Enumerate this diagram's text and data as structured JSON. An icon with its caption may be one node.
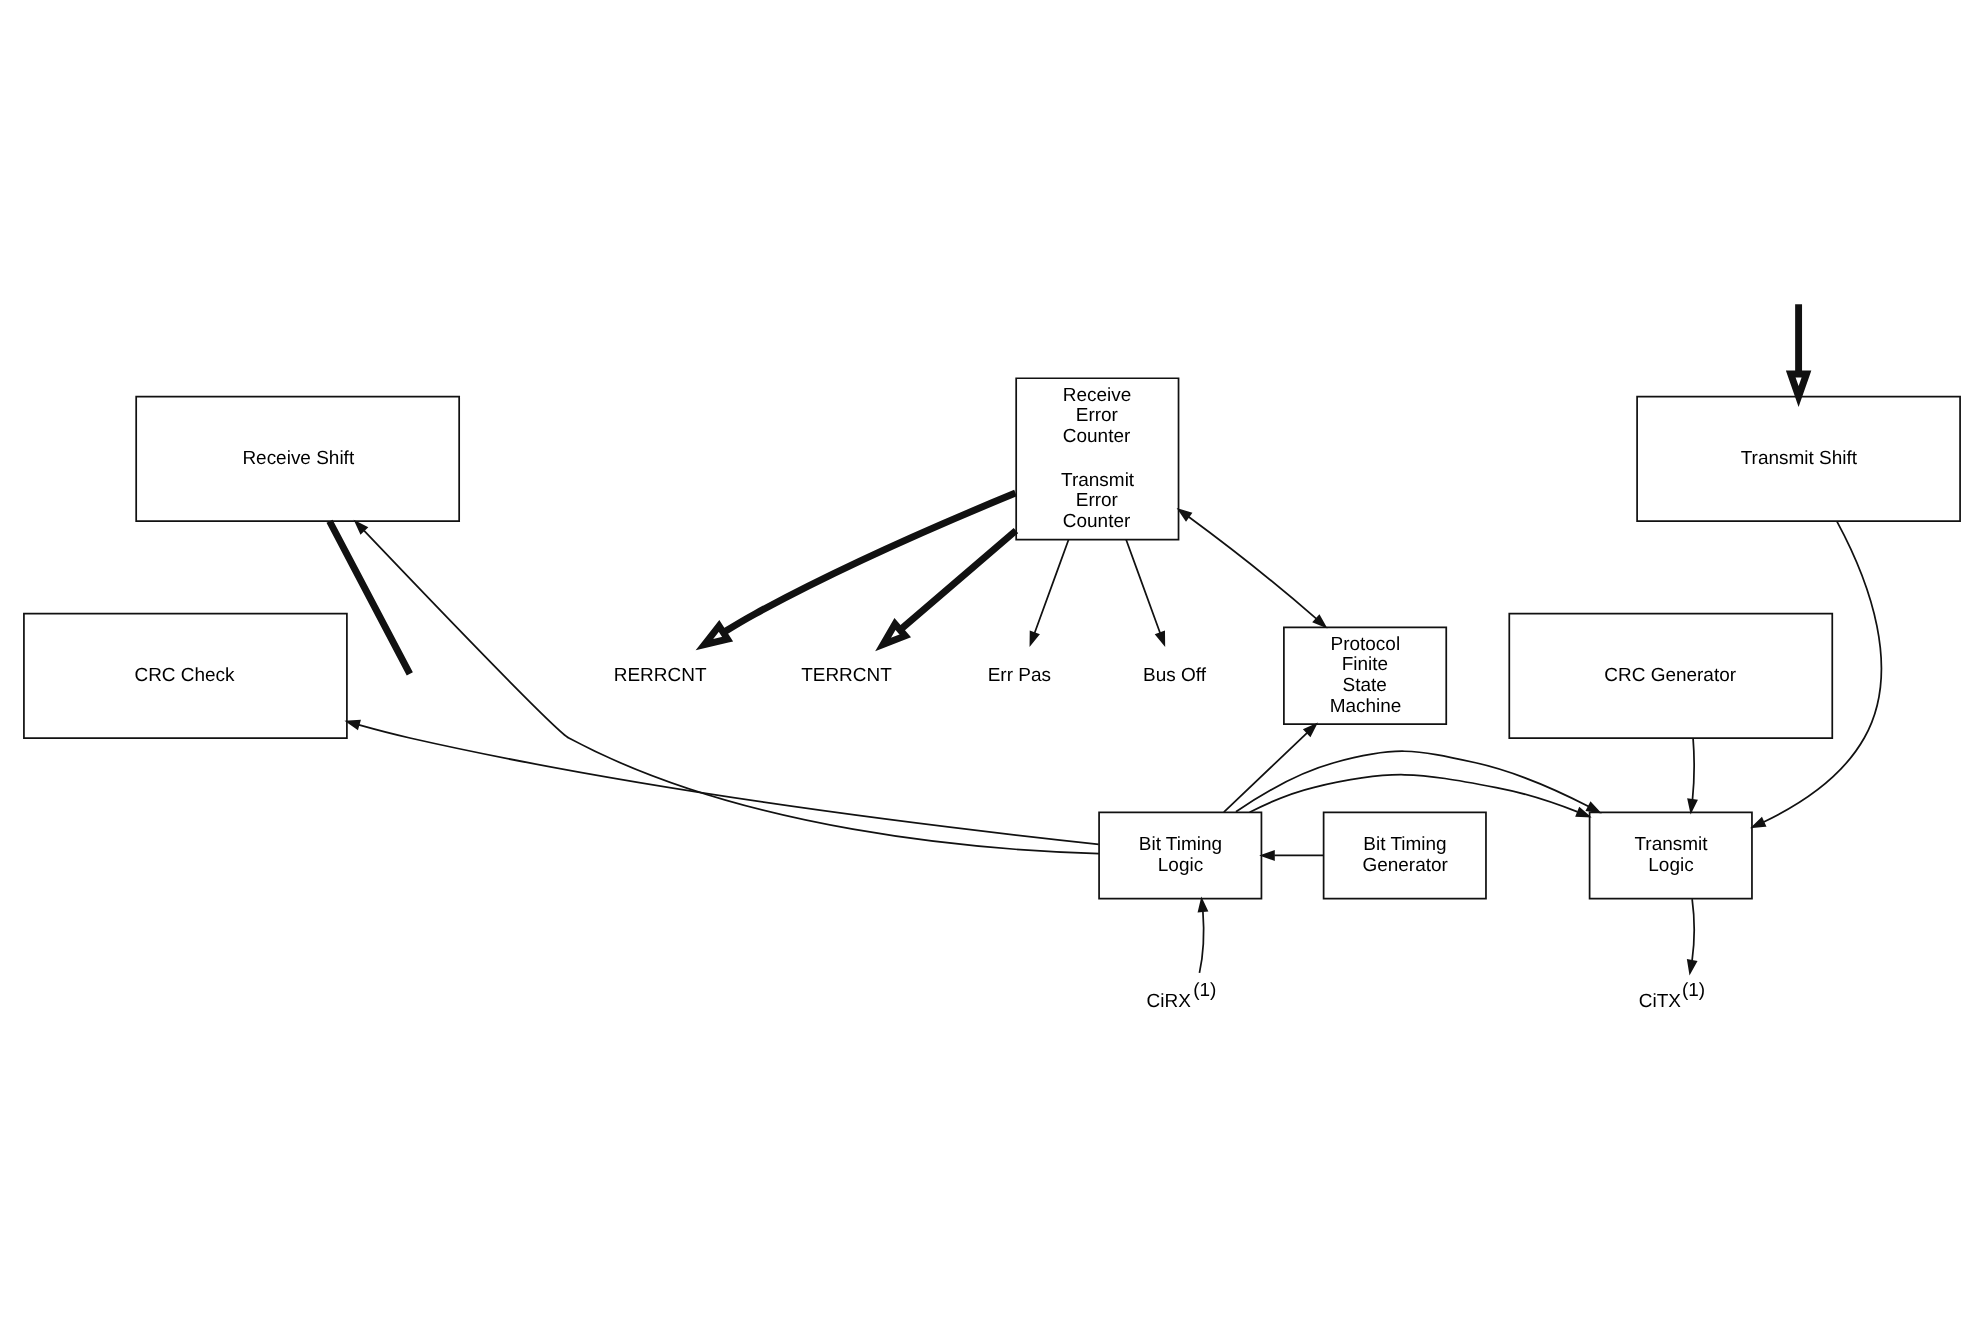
{
  "diagram": {
    "nodes": [
      {
        "text": [
          "Transmit Shift"
        ]
      },
      {
        "text": [
          "Receive Shift"
        ]
      },
      {
        "text": [
          "CRC Generator"
        ]
      },
      {
        "text": [
          "CRC Check"
        ]
      },
      {
        "text": [
          "Receive Error Counter",
          "Transmit Error Counter"
        ]
      },
      {
        "text": [
          "RERRCNT"
        ]
      },
      {
        "text": [
          "TERRCNT"
        ]
      },
      {
        "text": [
          "Err Pas"
        ]
      },
      {
        "text": [
          "Bus Off"
        ]
      },
      {
        "text": [
          "Protocol Finite State Machine"
        ]
      },
      {
        "text": [
          "Transmit Logic"
        ]
      },
      {
        "text": [
          "Bit Timing Logic"
        ]
      },
      {
        "text": [
          "Bit Timing Generator"
        ]
      },
      {
        "text": [
          "CiTX$^{(1)}$"
        ]
      },
      {
        "text": [
          "CiRX$^{(1)}$"
        ]
      }
    ],
    "edges": [
      {
        "from": null,
        "to": 0,
        "arrow": "to",
        "style": "thick"
      },
      {
        "from": 1,
        "to": null,
        "arrow": "none",
        "style": "thick"
      },
      {
        "from": 4,
        "to": 5,
        "arrow": "to",
        "style": "thick"
      },
      {
        "from": 4,
        "to": 6,
        "arrow": "to",
        "style": "thick"
      },
      {
        "from": 4,
        "to": 7,
        "arrow": "to"
      },
      {
        "from": 4,
        "to": 8,
        "arrow": "to"
      },
      {
        "from": 4,
        "to": 9,
        "arrow": "both"
      },
      {
        "from": 11,
        "to": 1,
        "arrow": "to"
      },
      {
        "from": 11,
        "to": 3,
        "arrow": "to"
      },
      {
        "from": 11,
        "to": 9,
        "arrow": "to"
      },
      {
        "from": 0,
        "to": 10,
        "arrow": "to"
      },
      {
        "from": 2,
        "to": 10,
        "arrow": "to"
      },
      {
        "from": 11,
        "to": 10,
        "arrow": "to"
      },
      {
        "from": 11,
        "to": 10,
        "arrow": "to"
      },
      {
        "from": 12,
        "to": 11,
        "arrow": "to"
      },
      {
        "from": 10,
        "to": 13,
        "arrow": "to"
      },
      {
        "from": 14,
        "to": 11,
        "arrow": "to"
      }
    ]
  }
}
